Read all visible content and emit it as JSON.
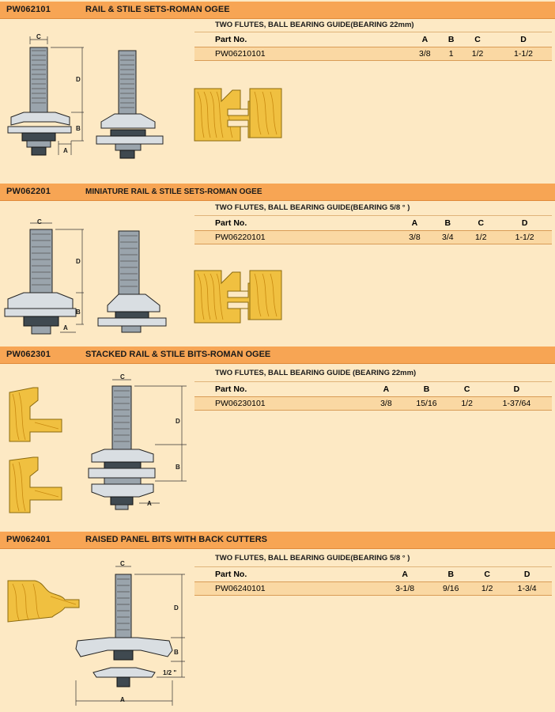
{
  "sections": [
    {
      "code": "PW062101",
      "title": "RAIL & STILE SETS-ROMAN OGEE",
      "subtitle": "TWO  FLUTES, BALL BEARING GUIDE(BEARING  22mm)",
      "headers": [
        "Part  No.",
        "A",
        "B",
        "C",
        "D"
      ],
      "row": [
        "PW06210101",
        "3/8",
        "1",
        "1/2",
        "1-1/2"
      ],
      "dims": {
        "a": "A",
        "b": "B",
        "c": "C",
        "d": "D"
      }
    },
    {
      "code": "PW062201",
      "title": "MINIATURE RAIL & STILE SETS-ROMAN OGEE",
      "subtitle": "TWO  FLUTES, BALL BEARING GUIDE(BEARING 5/8 ° )",
      "headers": [
        "Part  No.",
        "A",
        "B",
        "C",
        "D"
      ],
      "row": [
        "PW06220101",
        "3/8",
        "3/4",
        "1/2",
        "1-1/2"
      ],
      "dims": {
        "a": "A",
        "b": "B",
        "c": "C",
        "d": "D"
      }
    },
    {
      "code": "PW062301",
      "title": "STACKED RAIL & STILE BITS-ROMAN OGEE",
      "subtitle": "TWO  FLUTES, BALL  BEARING  GUIDE  (BEARING  22mm)",
      "headers": [
        "Part  No.",
        "A",
        "B",
        "C",
        "D"
      ],
      "row": [
        "PW06230101",
        "3/8",
        "15/16",
        "1/2",
        "1-37/64"
      ],
      "dims": {
        "a": "A",
        "b": "B",
        "c": "C",
        "d": "D"
      }
    },
    {
      "code": "PW062401",
      "title": "RAISED PANEL BITS WITH BACK CUTTERS",
      "subtitle": "TWO  FLUTES, BALL BEARING GUIDE(BEARING   5/8 ° )",
      "headers": [
        "Part  No.",
        "A",
        "B",
        "C",
        "D"
      ],
      "row": [
        "PW06240101",
        "3-1/8",
        "9/16",
        "1/2",
        "1-3/4"
      ],
      "dims": {
        "a": "A",
        "b": "B",
        "c": "C",
        "d": "D",
        "e": "1/2 \""
      }
    }
  ]
}
